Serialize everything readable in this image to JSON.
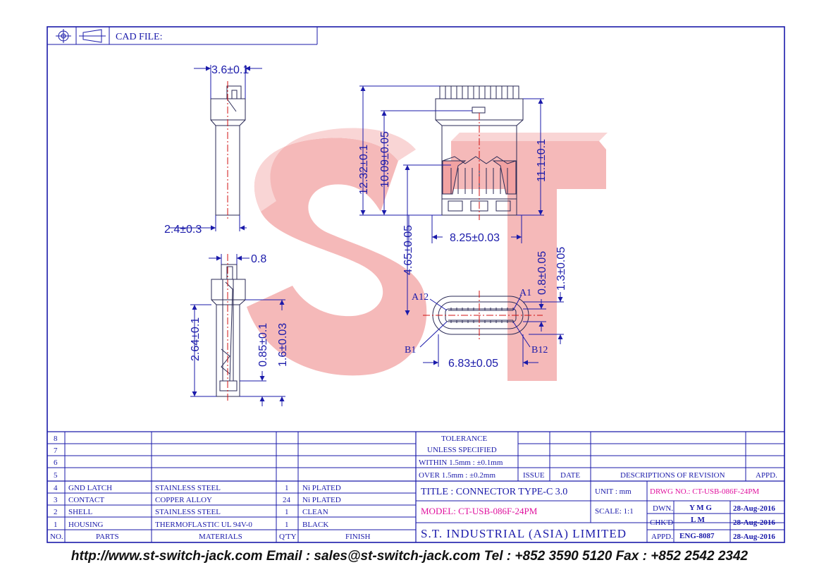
{
  "header": {
    "cad_label": "CAD FILE:"
  },
  "dimensions": {
    "side_top_width": "3.6±0.1",
    "side_bottom_width": "2.4±0.3",
    "front_height_total": "12.32±0.1",
    "front_height_body": "10.09±0.05",
    "front_height_right": "11.1±0.1",
    "front_width": "8.25±0.03",
    "front_offset": "4.65±0.05",
    "section_top": "0.8",
    "section_height": "2.64±0.1",
    "section_a": "0.85±0.1",
    "section_b": "1.6±0.03",
    "plug_h1": "0.8±0.05",
    "plug_h2": "1.3±0.05",
    "plug_width": "6.83±0.05"
  },
  "pin_labels": {
    "a12": "A12",
    "a1": "A1",
    "b1": "B1",
    "b12": "B12"
  },
  "watermark": "ST",
  "bom": {
    "headers": {
      "no": "NO.",
      "parts": "PARTS",
      "materials": "MATERIALS",
      "qty": "Q'TY",
      "finish": "FINISH"
    },
    "rows": [
      {
        "no": "8",
        "part": "",
        "material": "",
        "qty": "",
        "finish": ""
      },
      {
        "no": "7",
        "part": "",
        "material": "",
        "qty": "",
        "finish": ""
      },
      {
        "no": "6",
        "part": "",
        "material": "",
        "qty": "",
        "finish": ""
      },
      {
        "no": "5",
        "part": "",
        "material": "",
        "qty": "",
        "finish": ""
      },
      {
        "no": "4",
        "part": "GND LATCH",
        "material": "STAINLESS STEEL",
        "qty": "1",
        "finish": "Ni PLATED"
      },
      {
        "no": "3",
        "part": "CONTACT",
        "material": "COPPER ALLOY",
        "qty": "24",
        "finish": "Ni PLATED"
      },
      {
        "no": "2",
        "part": "SHELL",
        "material": "STAINLESS STEEL",
        "qty": "1",
        "finish": "CLEAN"
      },
      {
        "no": "1",
        "part": "HOUSING",
        "material": "THERMOFLASTIC UL 94V-0",
        "qty": "1",
        "finish": "BLACK"
      }
    ]
  },
  "tolerance": {
    "line1": "TOLERANCE",
    "line2": "UNLESS   SPECIFIED",
    "line3": "WITHIN  1.5mm : ±0.1mm",
    "line4": "OVER    1.5mm : ±0.2mm"
  },
  "revision": {
    "issue": "ISSUE",
    "date": "DATE",
    "description": "DESCRIPTIONS  OF  REVISION",
    "appd": "APPD."
  },
  "title_block": {
    "title": "TITLE : CONNECTOR TYPE-C 3.0",
    "unit": "UNIT :   mm",
    "drwg_no": "DRWG NO.: CT-USB-086F-24PM",
    "model": "MODEL: CT-USB-086F-24PM",
    "scale": "SCALE:  1:1",
    "company": "S.T.  INDUSTRIAL  (ASIA)  LIMITED",
    "dwn_label": "DWN.",
    "dwn_name": "Y M G",
    "dwn_date": "28-Aug-2016",
    "chkd_label": "CHK'D",
    "chkd_name": "L M",
    "chkd_date": "28-Aug-2016",
    "appd_label": "APPD.",
    "appd_name": "ENG-8087",
    "appd_date": "28-Aug-2016"
  },
  "footer": "http://www.st-switch-jack.com  Email : sales@st-switch-jack.com  Tel : +852 3590 5120  Fax : +852 2542 2342",
  "colors": {
    "line": "#1a1aaa",
    "accent": "#e0119e",
    "watermark": "#f2a2a2",
    "centerline": "#d01010"
  }
}
